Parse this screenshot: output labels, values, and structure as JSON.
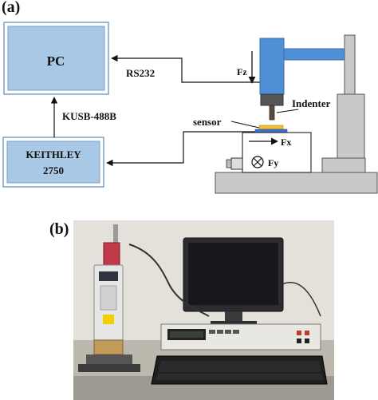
{
  "panels": {
    "a": {
      "label": "(a)"
    },
    "b": {
      "label": "(b)"
    }
  },
  "schematic": {
    "pc": {
      "label": "PC"
    },
    "keithley": {
      "line1": "KEITHLEY",
      "line2": "2750"
    },
    "links": {
      "rs232": "RS232",
      "kusb": "KUSB-488B"
    },
    "instrument": {
      "fz": "Fz",
      "indenter": "Indenter",
      "sensor": "sensor",
      "fx": "Fx",
      "fy": "Fy"
    }
  },
  "colors": {
    "box_fill": "#a9c8e6",
    "box_border": "#7c9fc6",
    "actuator_blue": "#4f8fd6",
    "frame_gray": "#c9c9c9",
    "sensor_yellow": "#f2c230",
    "sensor_blue": "#3c6fcf"
  }
}
